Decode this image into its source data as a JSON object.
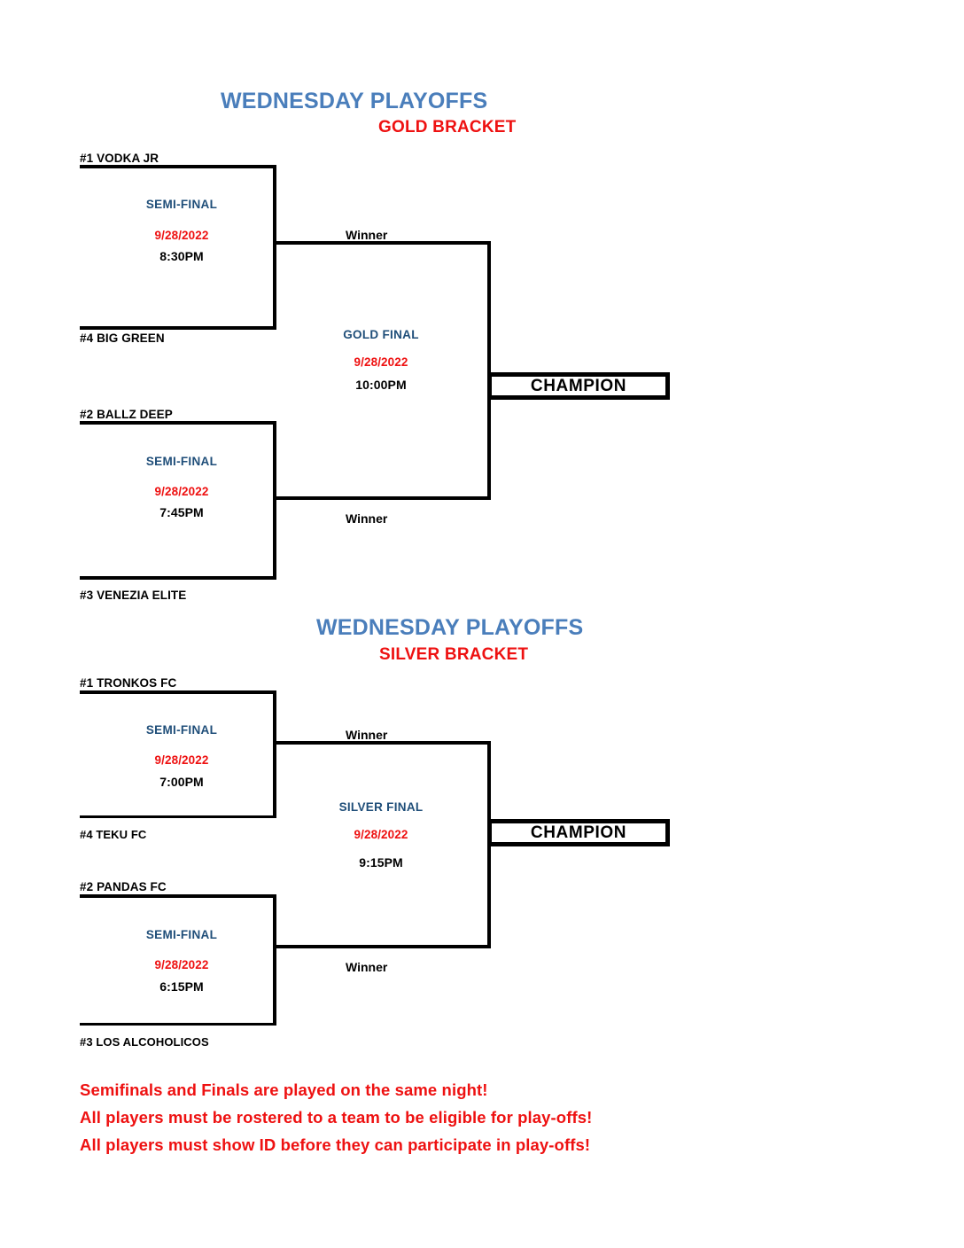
{
  "brackets": [
    {
      "id": "gold",
      "title": "WEDNESDAY PLAYOFFS",
      "subtitle": "GOLD BRACKET",
      "teams": {
        "seed1": "#1 VODKA JR",
        "seed4": "#4 BIG GREEN",
        "seed2": "#2 BALLZ DEEP",
        "seed3": "#3 VENEZIA ELITE"
      },
      "semifinal_top": {
        "round": "SEMI-FINAL",
        "date": "9/28/2022",
        "time": "8:30PM",
        "winner_label": "Winner"
      },
      "semifinal_bottom": {
        "round": "SEMI-FINAL",
        "date": "9/28/2022",
        "time": "7:45PM",
        "winner_label": "Winner"
      },
      "final": {
        "round": "GOLD FINAL",
        "date": "9/28/2022",
        "time": "10:00PM"
      },
      "champion_label": "CHAMPION"
    },
    {
      "id": "silver",
      "title": "WEDNESDAY PLAYOFFS",
      "subtitle": "SILVER BRACKET",
      "teams": {
        "seed1": "#1 TRONKOS FC",
        "seed4": "#4 TEKU  FC",
        "seed2": "#2 PANDAS FC",
        "seed3": "#3 LOS ALCOHOLICOS"
      },
      "semifinal_top": {
        "round": "SEMI-FINAL",
        "date": "9/28/2022",
        "time": "7:00PM",
        "winner_label": "Winner"
      },
      "semifinal_bottom": {
        "round": "SEMI-FINAL",
        "date": "9/28/2022",
        "time": "6:15PM",
        "winner_label": "Winner"
      },
      "final": {
        "round": "SILVER FINAL",
        "date": "9/28/2022",
        "time": "9:15PM"
      },
      "champion_label": "CHAMPION"
    }
  ],
  "notes": [
    "Semifinals and Finals are played on the same night!",
    "All players must be rostered to a team to be eligible for play-offs!",
    "All players must show ID before they can participate in play-offs!"
  ],
  "colors": {
    "title_blue": "#4a7ebb",
    "round_blue": "#1f4e79",
    "accent_red": "#ee1111",
    "line_black": "#000000"
  }
}
